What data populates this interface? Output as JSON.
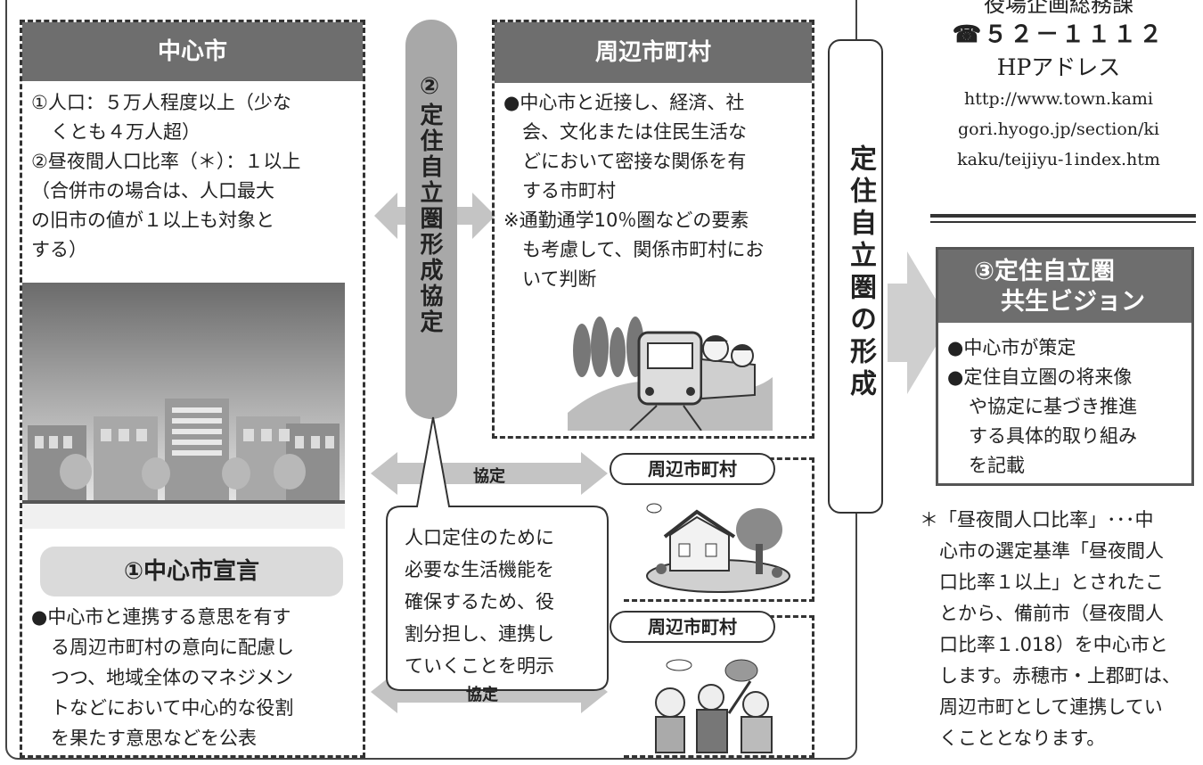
{
  "central": {
    "header": "中心市",
    "criteria": [
      {
        "text": "①人口：５万人程度以上（少な",
        "indent": false
      },
      {
        "text": "くとも４万人超）",
        "indent": true
      },
      {
        "text": "②昼夜間人口比率（＊）：１以上",
        "indent": false
      },
      {
        "text": "（合併市の場合は、人口最大",
        "indent": false
      },
      {
        "text": "の旧市の値が１以上も対象と",
        "indent": false
      },
      {
        "text": "する）",
        "indent": false
      }
    ],
    "declaration_title": "①中心市宣言",
    "declaration_lines": [
      "●中心市と連携する意思を有す",
      "る周辺市町村の意向に配慮し",
      "つつ、地域全体のマネジメン",
      "トなどにおいて中心的な役割",
      "を果たす意思などを公表"
    ]
  },
  "agreement_pill": "②定住自立圏形成協定",
  "surrounding": {
    "header": "周辺市町村",
    "lines": [
      "●中心市と近接し、経済、社",
      "　会、文化または住民生活な",
      "　どにおいて密接な関係を有",
      "　する市町村",
      "※通勤通学10％圏などの要素",
      "　も考慮して、関係市町村にお",
      "　いて判断"
    ]
  },
  "formation": "定住自立圏の形成",
  "contact": {
    "dept": "役場企画総務課",
    "phone": "☎５２－１１１２",
    "hp_label": "HPアドレス",
    "url_lines": [
      "http://www.town.kami",
      "gori.hyogo.jp/section/ki",
      "kaku/teijiyu-1index.htm"
    ]
  },
  "vision": {
    "title_l1": "③定住自立圏",
    "title_l2": "共生ビジョン",
    "items": [
      {
        "text": "●中心市が策定",
        "indent": false
      },
      {
        "text": "●定住自立圏の将来像",
        "indent": false
      },
      {
        "text": "や協定に基づき推進",
        "indent": true
      },
      {
        "text": "する具体的取り組み",
        "indent": true
      },
      {
        "text": "を記載",
        "indent": true
      }
    ]
  },
  "footnote_lines": [
    "＊「昼夜間人口比率」･･･中",
    "心市の選定基準「昼夜間人",
    "口比率１以上」とされたこ",
    "とから、備前市（昼夜間人",
    "口比率１.018）を中心市と",
    "します。赤穂市・上郡町は、",
    "周辺市町として連携してい",
    "くこととなります。"
  ],
  "bubble_lines": [
    "人口定住のために",
    "必要な生活機能を",
    "確保するため、役",
    "割分担し、連携し",
    "ていくことを明示"
  ],
  "small_municipality_label": "周辺市町村",
  "agreement_label": "協定",
  "colors": {
    "header_gray": "#6e6e6e",
    "pill_gray": "#a8a8a8",
    "arrow_gray": "#c4c4c4",
    "light_gray": "#dadada"
  }
}
